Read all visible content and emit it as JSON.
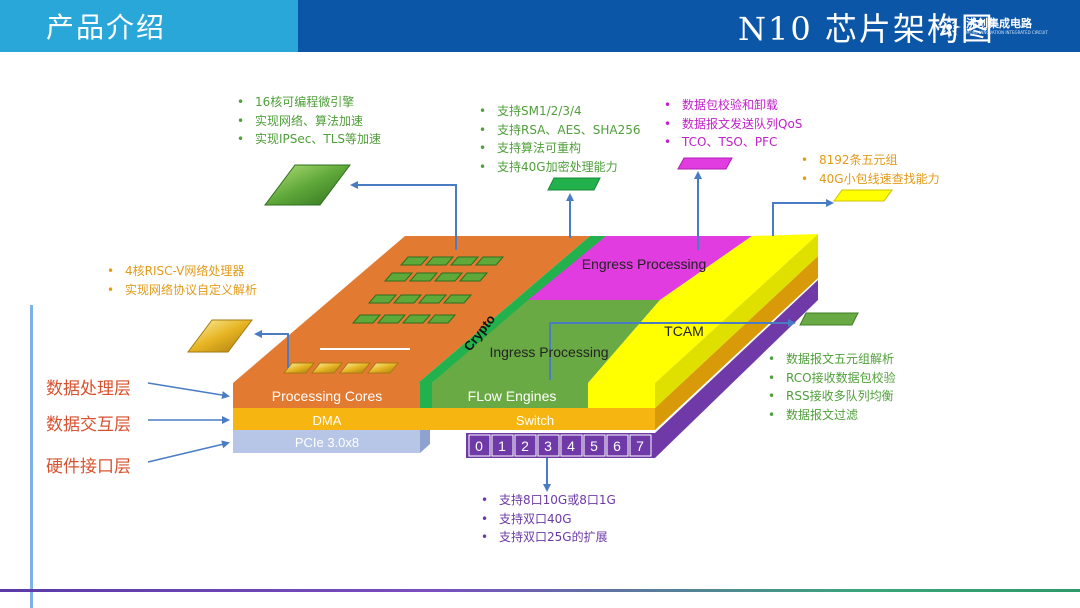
{
  "header": {
    "section": "产品介绍",
    "title": "N10 芯片架构图",
    "logo_text": "沸创集成电路",
    "logo_subtext": "MORE INNOVATION INTEGRATED CIRCUIT",
    "colors": {
      "left_bar": "#2aa7d9",
      "right_bar": "#0c56a8"
    }
  },
  "layers": [
    "数据处理层",
    "数据交互层",
    "硬件接口层"
  ],
  "blocks": {
    "processing_cores": "Processing Cores",
    "flow_engines": "FLow Engines",
    "dma": "DMA",
    "switch": "Switch",
    "pcie": "PCIe 3.0x8",
    "crypto": "Crypto",
    "ingress": "Ingress Processing",
    "egress": "Engress Processing",
    "tcam": "TCAM"
  },
  "ports": [
    "0",
    "1",
    "2",
    "3",
    "4",
    "5",
    "6",
    "7"
  ],
  "notes": {
    "cores": [
      "16核可编程微引擎",
      "实现网络、算法加速",
      "实现IPSec、TLS等加速"
    ],
    "crypto": [
      "支持SM1/2/3/4",
      "支持RSA、AES、SHA256",
      "支持算法可重构",
      "支持40G加密处理能力"
    ],
    "egress": [
      "数据包校验和卸载",
      "数据报文发送队列QoS",
      "TCO、TSO、PFC"
    ],
    "tcam": [
      "8192条五元组",
      "40G小包线速查找能力"
    ],
    "riscv": [
      "4核RISC-V网络处理器",
      "实现网络协议自定义解析"
    ],
    "ingress": [
      "数据报文五元组解析",
      "RCO接收数据包校验",
      "RSS接收多队列均衡",
      "数据报文过滤"
    ],
    "ports": [
      "支持8口10G或8口1G",
      "支持双口40G",
      "支持双口25G的扩展"
    ]
  },
  "colors": {
    "orange": "#e27a31",
    "green": "#6aaa44",
    "bright_green": "#22b14c",
    "magenta": "#e03ce0",
    "yellow": "#ffff00",
    "gold": "#f7b512",
    "purple": "#6f3aa8",
    "pcie": "#b7c6e6",
    "arrow": "#4a7cc4"
  }
}
